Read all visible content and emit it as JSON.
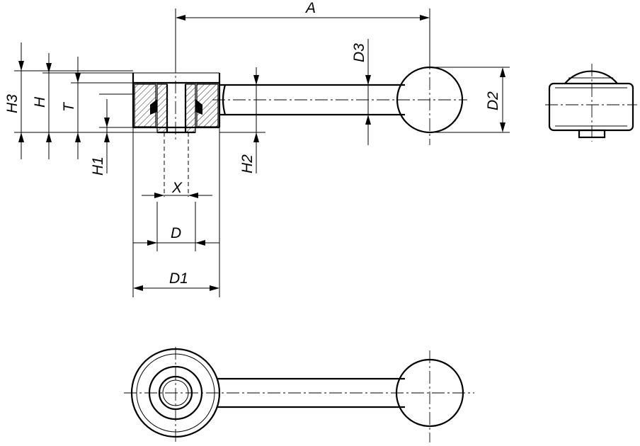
{
  "labels": {
    "A": "A",
    "D": "D",
    "D1": "D1",
    "D2": "D2",
    "D3": "D3",
    "H": "H",
    "H1": "H1",
    "H2": "H2",
    "H3": "H3",
    "T": "T",
    "X": "X"
  },
  "views": [
    "side-section-view",
    "end-view",
    "top-view"
  ]
}
